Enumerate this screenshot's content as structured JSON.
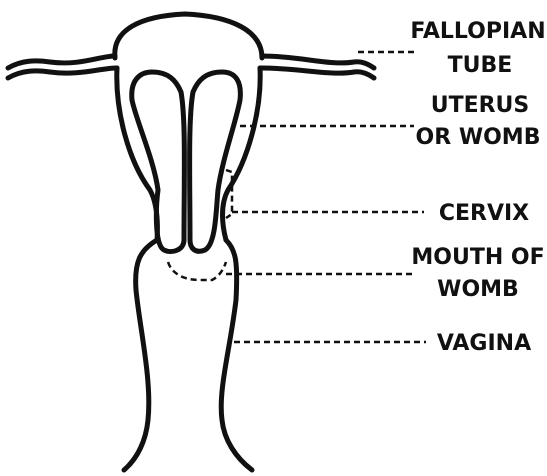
{
  "labels": {
    "fallopian_tube_line1": "FALLOPIAN",
    "fallopian_tube_line2": "TUBE",
    "uterus_line1": "UTERUS",
    "uterus_line2": "OR WOMB",
    "cervix": "CERVIX",
    "mouth_line1": "MOUTH OF",
    "mouth_line2": "WOMB",
    "vagina": "VAGINA"
  }
}
